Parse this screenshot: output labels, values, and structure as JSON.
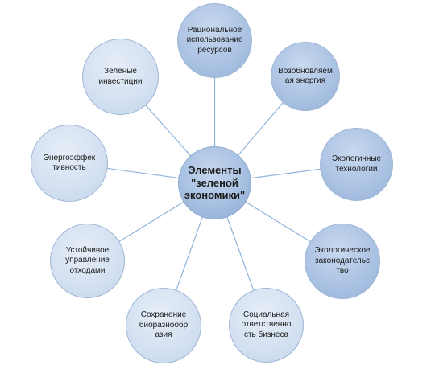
{
  "center": {
    "label": "Элементы\n\"зеленой\nэкономики\""
  },
  "nodes": [
    {
      "id": "rational-resources",
      "label": "Рациональное\nиспользование\nресурсов"
    },
    {
      "id": "renewable-energy",
      "label": "Возобновляем\nая энергия"
    },
    {
      "id": "eco-technologies",
      "label": "Экологичные\nтехнологии"
    },
    {
      "id": "eco-legislation",
      "label": "Экологическое\nзаконодательс\nтво"
    },
    {
      "id": "social-responsibility",
      "label": "Социальная\nответственно\nсть бизнеса"
    },
    {
      "id": "biodiversity",
      "label": "Сохранение\nбиоразнообр\nазия"
    },
    {
      "id": "waste-management",
      "label": "Устойчивое\nуправление\nотходами"
    },
    {
      "id": "energy-efficiency",
      "label": "Энергоэффек\nтивность"
    },
    {
      "id": "green-investments",
      "label": "Зеленые\nинвестиции"
    }
  ],
  "colors": {
    "line": "#8fb3d9",
    "border": "#9fb6d6"
  }
}
